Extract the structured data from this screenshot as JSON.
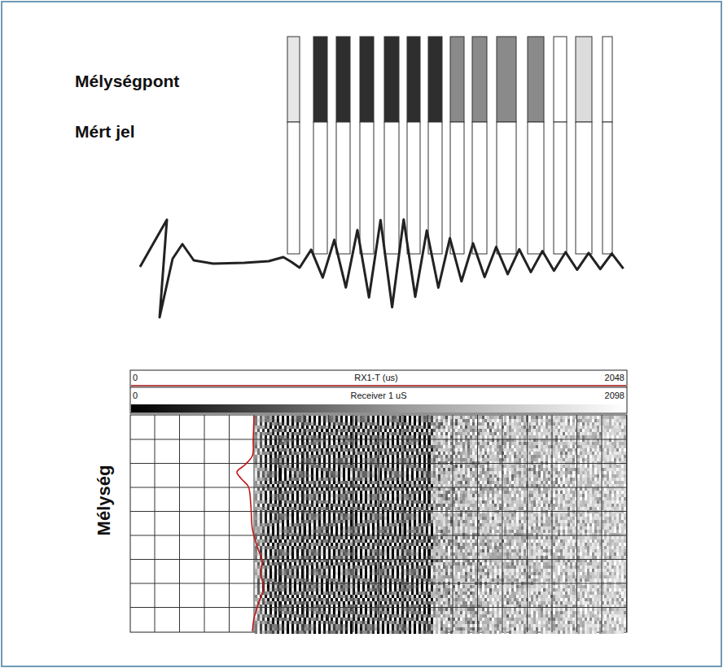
{
  "diagram": {
    "labels": [
      "Mélységpont",
      "Mért jel",
      "0",
      "RX1-T (us)",
      "2048",
      "0",
      "Receiver 1 uS",
      "2098",
      "Mélység"
    ]
  }
}
